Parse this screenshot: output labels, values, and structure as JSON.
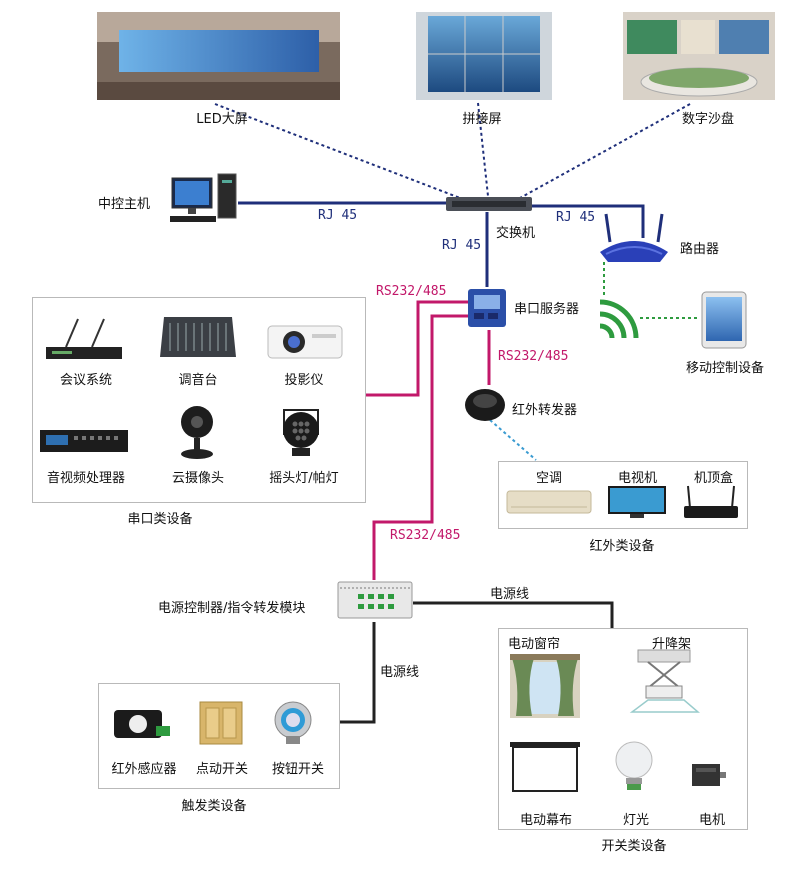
{
  "top_displays": [
    {
      "label": "LED大屏",
      "icon": "led-screen-icon"
    },
    {
      "label": "拼接屏",
      "icon": "video-wall-icon"
    },
    {
      "label": "数字沙盘",
      "icon": "sand-table-icon"
    }
  ],
  "network": {
    "host": "中控主机",
    "switch": "交换机",
    "router": "路由器",
    "serial_server": "串口服务器",
    "ir_transmitter": "红外转发器",
    "mobile": "移动控制设备",
    "power_controller": "电源控制器/指令转发模块"
  },
  "protocols": {
    "rj45_host": "RJ 45",
    "rj45_router": "RJ 45",
    "rj45_serial": "RJ 45",
    "rs_serial_group": "RS232/485",
    "rs_ir": "RS232/485",
    "rs_power": "RS232/485",
    "power_line_switch": "电源线",
    "power_line_trigger": "电源线"
  },
  "groups": {
    "serial": {
      "title": "串口类设备",
      "items": [
        "会议系统",
        "调音台",
        "投影仪",
        "音视频处理器",
        "云摄像头",
        "摇头灯/帕灯"
      ]
    },
    "infrared": {
      "title": "红外类设备",
      "items": [
        "空调",
        "电视机",
        "机顶盒"
      ]
    },
    "switch_devices": {
      "title": "开关类设备",
      "items": [
        "电动窗帘",
        "升降架",
        "电动幕布",
        "灯光",
        "电机"
      ]
    },
    "trigger": {
      "title": "触发类设备",
      "items": [
        "红外感应器",
        "点动开关",
        "按钮开关"
      ]
    }
  },
  "colors": {
    "ethernet": "#1f2f7a",
    "serial": "#c2186a",
    "power": "#222222",
    "wireless": "#2e9b3f",
    "ir": "#3a9bd1"
  }
}
